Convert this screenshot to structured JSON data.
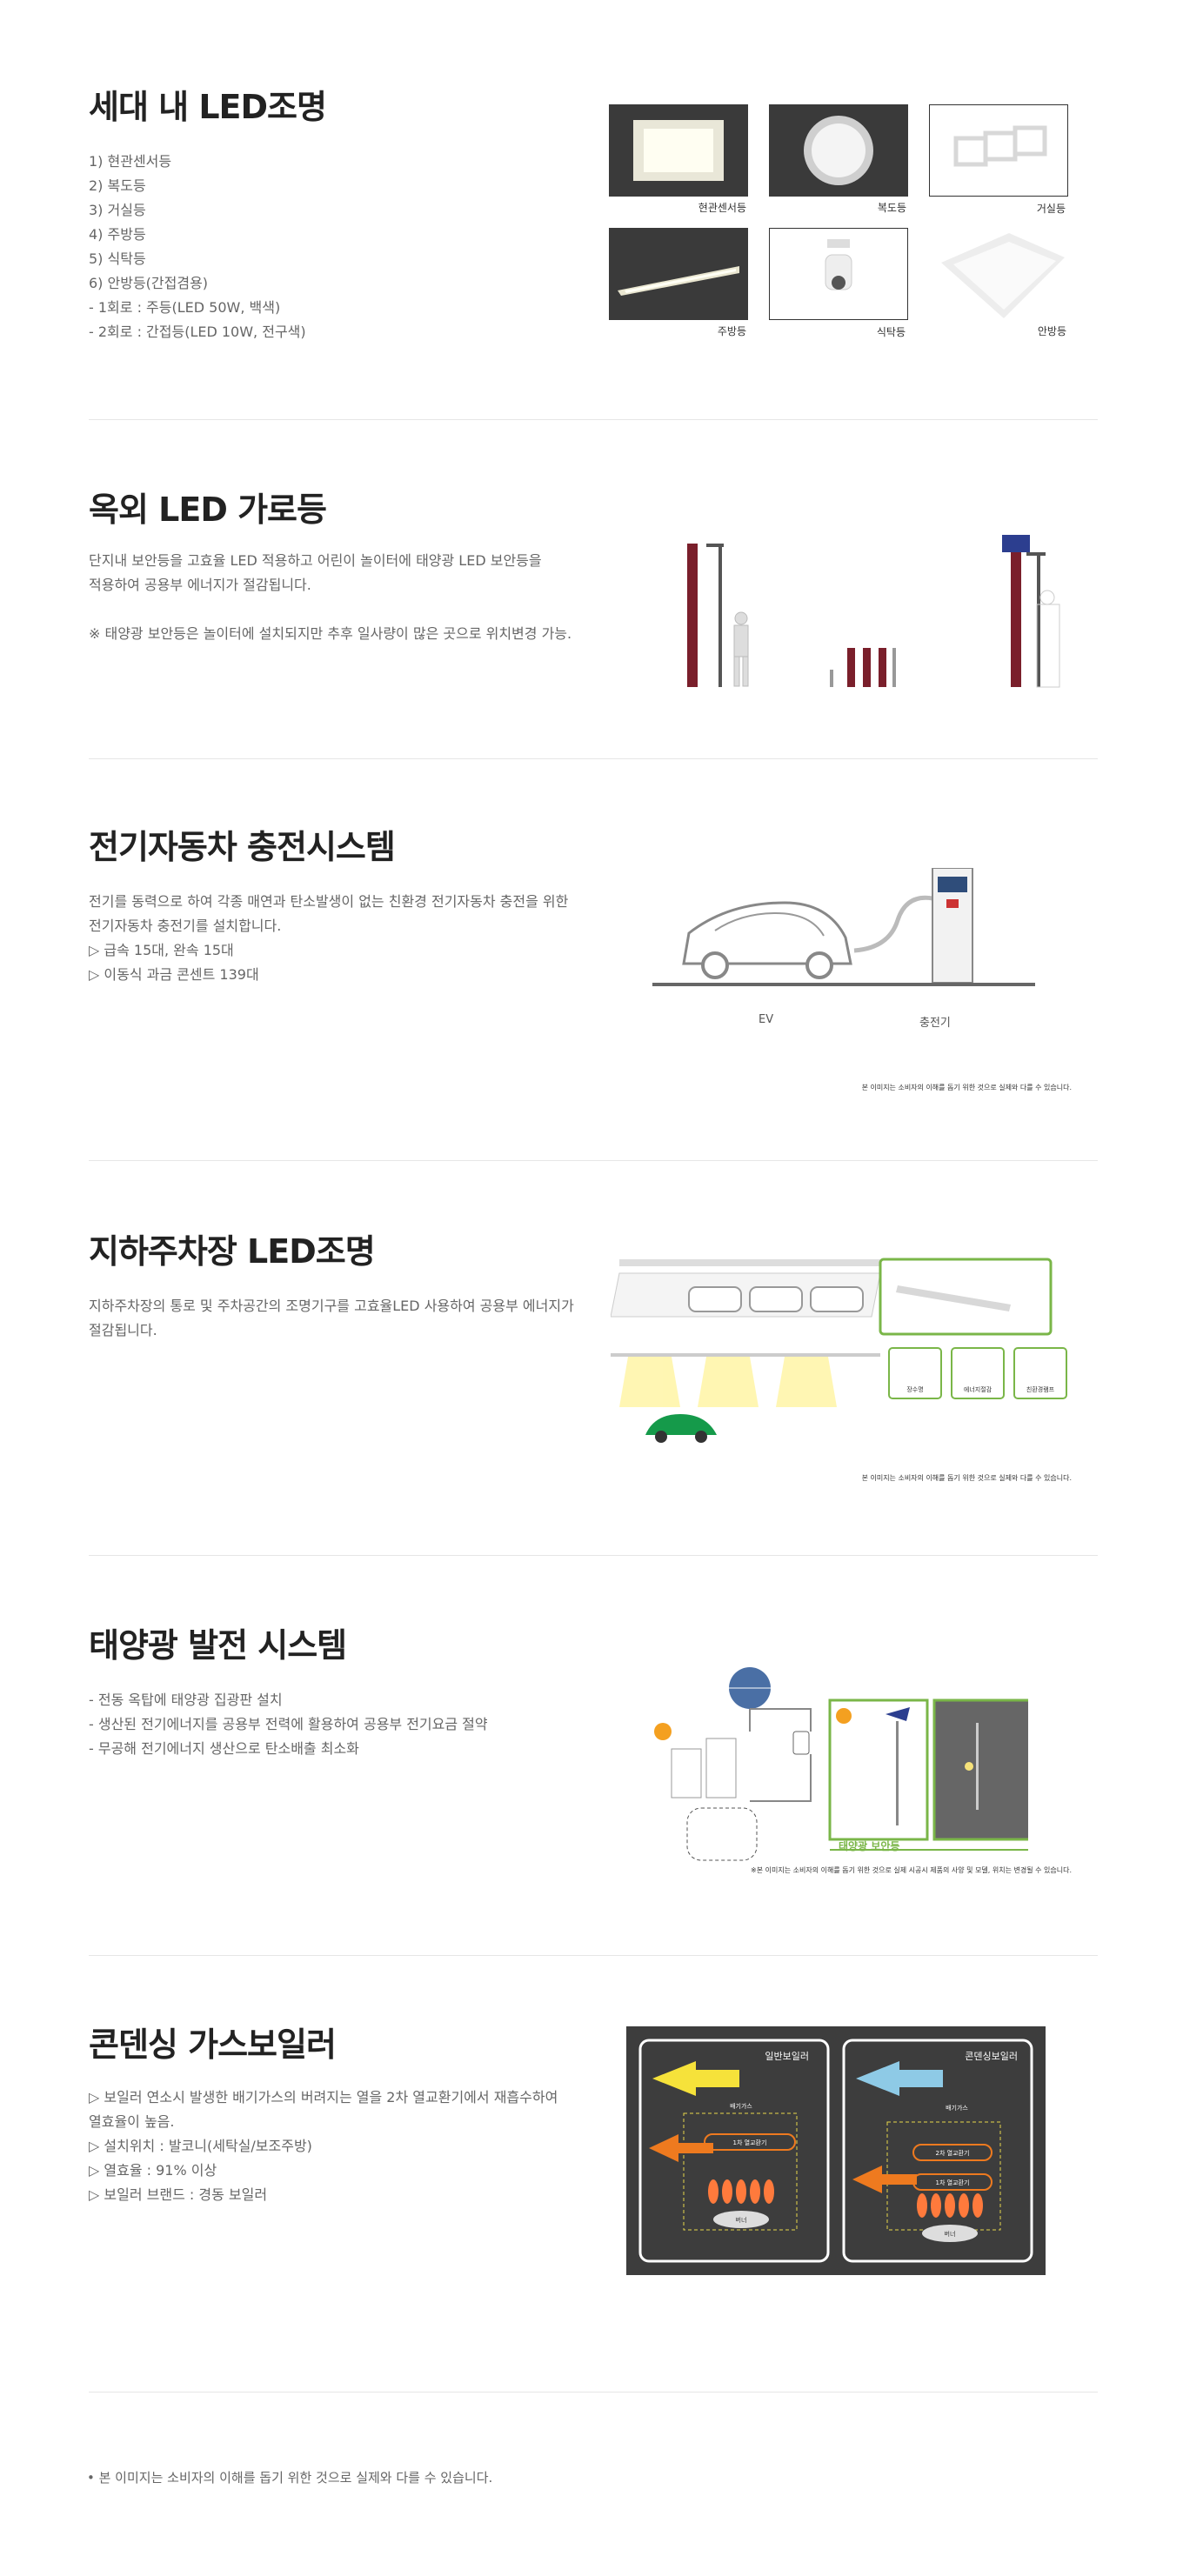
{
  "sections": [
    {
      "title": "세대 내 LED조명",
      "lines": [
        "1) 현관센서등",
        "2) 복도등",
        "3) 거실등",
        "4) 주방등",
        "5) 식탁등",
        "6) 안방등(간접겸용)",
        "- 1회로 : 주등(LED 50W, 백색)",
        "- 2회로 : 간접등(LED 10W, 전구색)"
      ],
      "tiles": [
        "현관센서등",
        "복도등",
        "거실등",
        "주방등",
        "식탁등",
        "안방등"
      ]
    },
    {
      "title": "옥외 LED 가로등",
      "lines": [
        "단지내 보안등을 고효율 LED 적용하고 어린이 놀이터에 태양광 LED 보안등을",
        "적용하여 공용부 에너지가 절감됩니다.",
        "",
        "※ 태양광 보안등은 놀이터에 설치되지만 추후 일사량이 많은 곳으로 위치변경 가능."
      ]
    },
    {
      "title": "전기자동차 충전시스템",
      "lines": [
        "전기를 동력으로 하여 각종 매연과 탄소발생이 없는 친환경 전기자동차 충전을 위한",
        "전기자동차 충전기를 설치합니다.",
        "▷ 급속 15대, 완속 15대",
        "▷ 이동식 과금 콘센트 139대"
      ],
      "labels": [
        "EV",
        "충전기"
      ],
      "note": "본 이미지는 소비자의 이해를 돕기 위한 것으로 실제와 다를 수 있습니다."
    },
    {
      "title": "지하주차장 LED조명",
      "lines": [
        "지하주차장의 통로 및 주차공간의 조명기구를 고효율LED 사용하여 공용부 에너지가",
        "절감됩니다."
      ],
      "badges": [
        "장수명",
        "에너지절감",
        "친환경램프"
      ],
      "note": "본 이미지는 소비자의 이해를 돕기 위한 것으로 실제와 다를 수 있습니다."
    },
    {
      "title": "태양광 발전 시스템",
      "lines": [
        "- 전동 옥탑에 태양광 집광판 설치",
        "- 생산된 전기에너지를 공용부 전력에 활용하여 공용부 전기요금 절약",
        "- 무공해 전기에너지 생산으로 탄소배출 최소화"
      ],
      "caption": "태양광 보안등",
      "note": "※본 이미지는 소비자의 이해를 돕기 위한 것으로 실제 시공시 제품의 사양 및 모델, 위치는 변경될 수 있습니다."
    },
    {
      "title": "콘덴싱 가스보일러",
      "lines": [
        "▷ 보일러 연소시 발생한 배기가스의 버려지는 열을 2차 열교환기에서 재흡수하여",
        "열효율이 높음.",
        "▷ 설치위치 : 발코니(세탁실/보조주방)",
        "▷ 열효율 : 91% 이상",
        "▷ 보일러 브랜드 : 경동 보일러"
      ],
      "panels": [
        "일반보일러",
        "콘덴싱보일러"
      ],
      "panel_labels": [
        "배기가스",
        "1차 열교환기",
        "버너",
        "배기가스",
        "2차 열교환기",
        "1차 열교환기",
        "버너"
      ]
    }
  ],
  "footnote": "•  본 이미지는 소비자의 이해를 돕기 위한 것으로 실제와 다를 수 있습니다."
}
